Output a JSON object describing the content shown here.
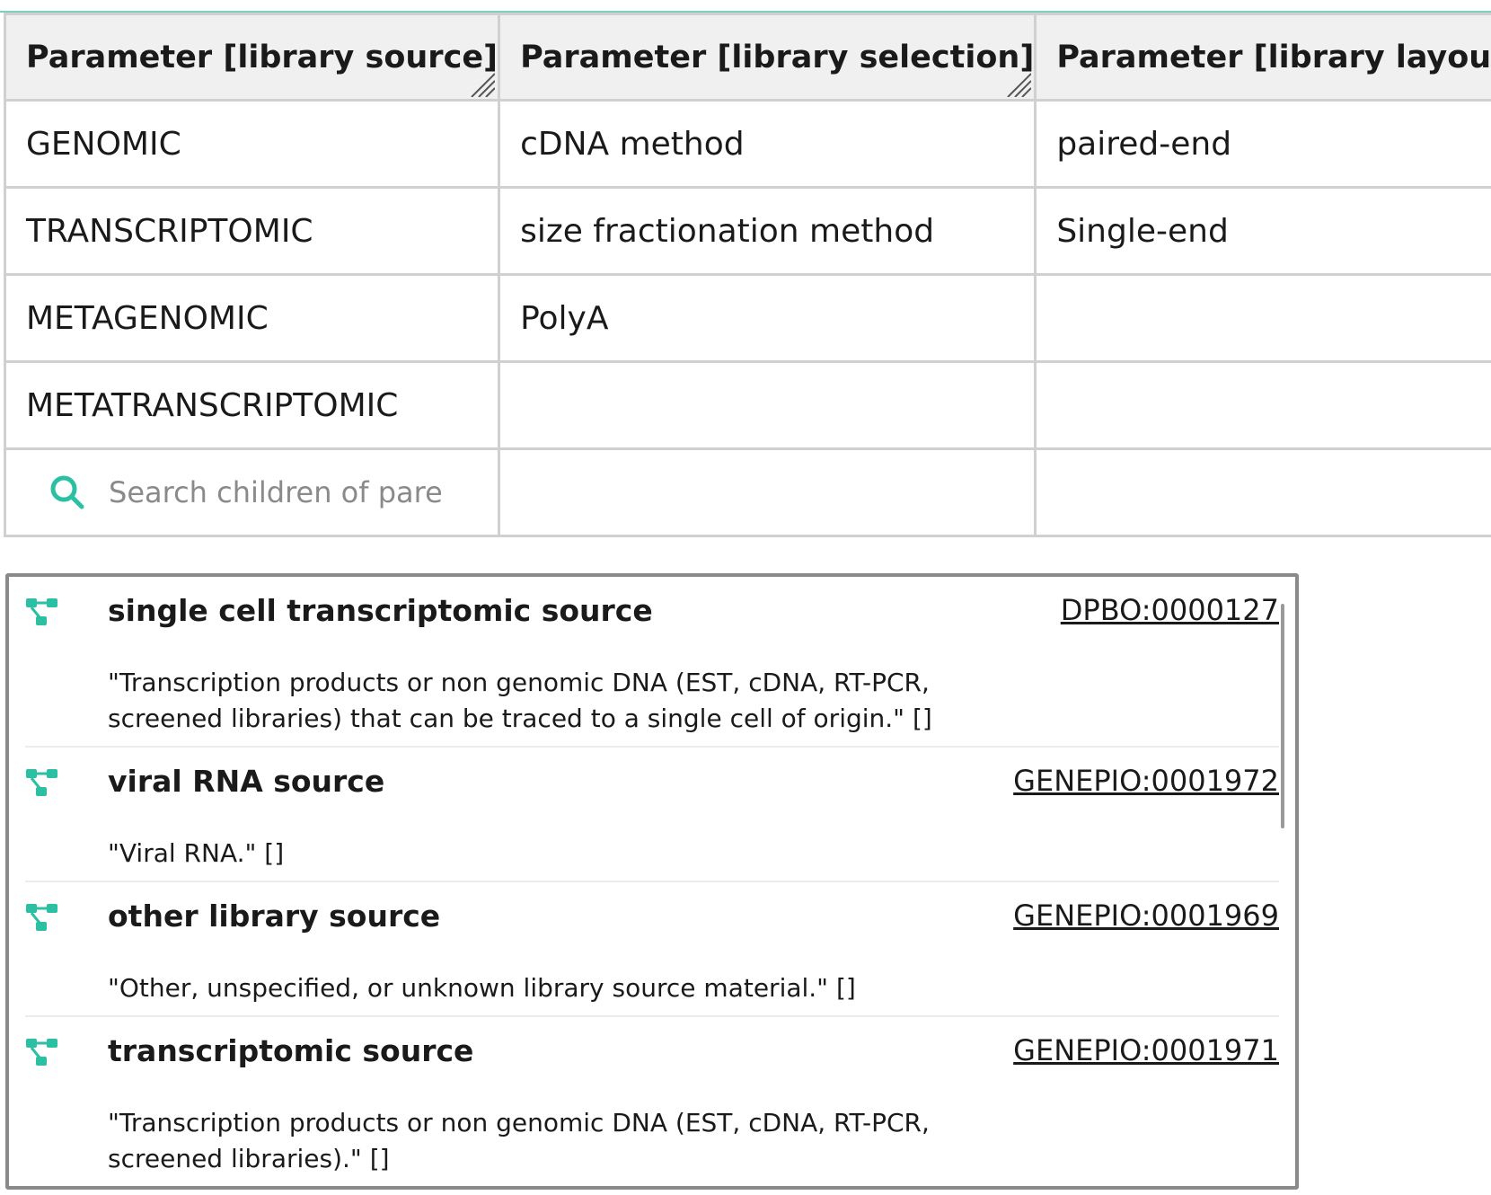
{
  "table": {
    "headers": [
      "Parameter [library source]",
      "Parameter [library selection]",
      "Parameter [library layout]"
    ],
    "rows": [
      [
        "GENOMIC",
        "cDNA method",
        "paired-end"
      ],
      [
        "TRANSCRIPTOMIC",
        "size fractionation method",
        "Single-end"
      ],
      [
        "METAGENOMIC",
        "PolyA",
        ""
      ],
      [
        "METATRANSCRIPTOMIC",
        "",
        ""
      ]
    ]
  },
  "search": {
    "placeholder": "Search children of parer",
    "value": ""
  },
  "results": [
    {
      "title": "single cell transcriptomic source",
      "id": "DPBO:0000127",
      "description": "\"Transcription products or non genomic DNA (EST, cDNA, RT-PCR, screened libraries) that can be traced to a single cell of origin.\" []"
    },
    {
      "title": "viral RNA source",
      "id": "GENEPIO:0001972",
      "description": "\"Viral RNA.\" []"
    },
    {
      "title": "other library source",
      "id": "GENEPIO:0001969",
      "description": "\"Other, unspecified, or unknown library source material.\" []"
    },
    {
      "title": "transcriptomic source",
      "id": "GENEPIO:0001971",
      "description": "\"Transcription products or non genomic DNA (EST, cDNA, RT-PCR, screened libraries).\" []"
    }
  ],
  "icons": {
    "search": "search-icon",
    "result": "hierarchy-icon",
    "resize": "resize-handle-icon"
  },
  "colors": {
    "accent": "#2bbfa4",
    "header_bg": "#f0f0f0",
    "grid": "#d0d0d0"
  }
}
